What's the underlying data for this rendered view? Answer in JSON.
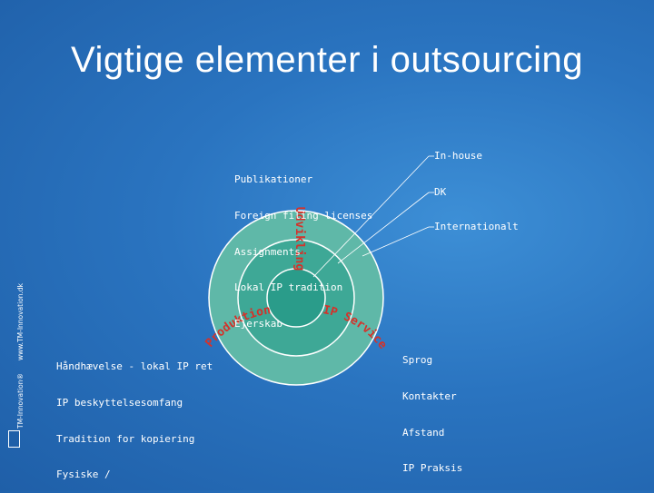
{
  "title": "Vigtige elementer i outsourcing",
  "side_brand": {
    "company": "TM-Innovation®",
    "url": "www.TM-Innovation.dk"
  },
  "labels": {
    "top_list": [
      "Publikationer",
      "Foreign filing licenses",
      "Assignments",
      "Lokal IP tradition",
      "Ejerskab"
    ],
    "left_list": [
      "Håndhævelse - lokal IP ret",
      "IP beskyttelsesomfang",
      "Tradition for kopiering",
      "Fysiske /"
    ],
    "right_list": [
      "Sprog",
      "Kontakter",
      "Afstand",
      "IP Praksis"
    ],
    "ring_labels": [
      "In-house",
      "DK",
      "Internationalt"
    ]
  },
  "arc_words": {
    "udvikling": "Udvikling",
    "produktion": "Produktion",
    "ip_service": "IP Service"
  },
  "colors": {
    "background": "#2a74c0",
    "outer_ring": "#5fb8a8",
    "middle_ring": "#3ea896",
    "inner_ring": "#2a9c8a",
    "ring_stroke": "#ffffff",
    "arc_text": "#d4322a"
  }
}
